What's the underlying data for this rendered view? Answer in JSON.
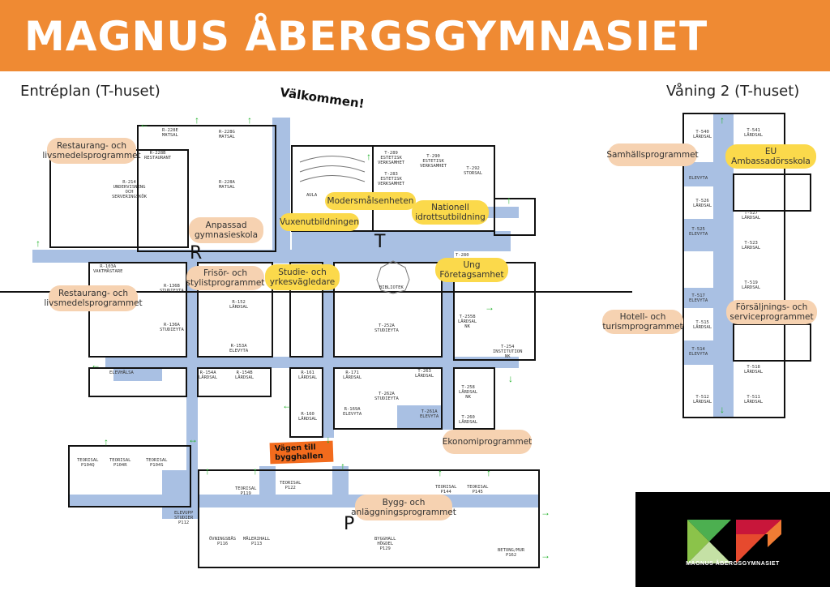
{
  "header": {
    "title": "MAGNUS ÅBERGSGYMNASIET"
  },
  "sections": {
    "ground": "Entréplan (T-huset)",
    "floor2": "Våning 2 (T-huset)"
  },
  "welcome": "Välkommen!",
  "road": "Vägen till bygghallen",
  "letters": {
    "r": "R",
    "t": "T",
    "p": "P"
  },
  "callouts": {
    "restaurang1": "Restaurang- och livsmedelsprogrammet",
    "restaurang2": "Restaurang- och livsmedelsprogrammet",
    "anpassad": "Anpassad gymnasieskola",
    "frisor": "Frisör- och stylistprogrammet",
    "studie": "Studie- och yrkesvägledare",
    "vuxen": "Vuxenutbildningen",
    "modersmal": "Modersmålsenheten",
    "nationell": "Nationell idrottsutbildning",
    "ung": "Ung Företagsamhet",
    "ekonomi": "Ekonomiprogrammet",
    "bygg": "Bygg- och anläggningsprogrammet",
    "samhall": "Samhällsprogrammet",
    "eu": "EU Ambassadörsskola",
    "hotell": "Hotell- och turismprogrammet",
    "forsaljning": "Försäljnings- och serviceprogrammet"
  },
  "rooms": {
    "r228e": "R-228E\nMATSAL",
    "r228g": "R-228G\nMATSAL",
    "r228b": "R-228B\nRESTAURANT",
    "r228a": "R-228A\nMATSAL",
    "r214": "R-214\nUNDERVISNING\nOCH\nSERVERINGSKÖK",
    "r103a": "R-103A\nVAKTMÄSTARE",
    "r136b": "R-136B\nSTUDIEYTA",
    "r136a": "R-136A\nSTUDIEYTA",
    "r152": "R-152\nLÄRDSAL",
    "r153a": "R-153A\nELEVYTA",
    "r154a": "R-154A\nLÄRDSAL",
    "r154b": "R-154B\nLÄRDSAL",
    "elevhalsa": "ELEVHÄLSA",
    "r161": "R-161\nLÄRDSAL",
    "r160": "R-160\nLÄRDSAL",
    "r171": "R-171\nLÄRDSAL",
    "r169a": "R-169A\nELEVYTA",
    "aula": "AULA",
    "t289": "T-289\nESTETISK\nVERKSAMHET",
    "t283": "T-283\nESTETISK\nVERKSAMHET",
    "t290": "T-290\nESTETISK\nVERKSAMHET",
    "t292": "T-292\nSTORSAL",
    "bibliotek": "BIBLIOTEK",
    "t280": "T-280",
    "t252a": "T-252A\nSTUDIEYTA",
    "t255b": "T-255B\nLÄRDSAL\nNK",
    "t254": "T-254\nINSTITUTION\nNK",
    "t263": "T-263\nLÄRDSAL",
    "t262a": "T-262A\nSTUDIEYTA",
    "t258": "T-258\nLÄRDSAL\nNK",
    "t261a": "T-261A\nELEVYTA",
    "t260": "T-260\nLÄRDSAL",
    "p104q": "TEORISAL\nP104Q",
    "p104r": "TEORISAL\nP104R",
    "p104s": "TEORISAL\nP104S",
    "p119": "TEORISAL\nP119",
    "p122": "TEORISAL\nP122",
    "p144": "TEORISAL\nP144",
    "p145": "TEORISAL\nP145",
    "p113": "MÅLERIHALL\nP113",
    "p116": "ÖVNINGSBÅS\nP116",
    "p129": "BYGGHALL\nHÖGDEL\nP129",
    "p162": "BETONG/MUR\nP162",
    "p112": "ELEVUPP\nSTUDIER\nP112",
    "t540": "T-540\nLÄRDSAL",
    "t541": "T-541\nLÄRDSAL",
    "t526": "T-526\nLÄRDSAL",
    "t527": "T-527\nLÄRDSAL",
    "t525": "T-525\nELEVYTA",
    "t523": "T-523\nLÄRDSAL",
    "t519": "T-519\nLÄRDSAL",
    "t517": "T-517\nELEVYTA",
    "t515": "T-515\nLÄRDSAL",
    "t514": "T-514\nELEVYTA",
    "t518": "T-518\nLÄRDSAL",
    "t512": "T-512\nLÄRDSAL",
    "t511": "T-511\nLÄRDSAL",
    "elevyta2": "ELEVYTA"
  },
  "logo": {
    "text": "MAGNUS ÅBERGSGYMNASIET"
  },
  "colors": {
    "header": "#ef8a33",
    "corridor": "#a9c0e3",
    "peach": "#f6d2b1",
    "yellow": "#fbd94b",
    "exit": "#22b22a"
  }
}
